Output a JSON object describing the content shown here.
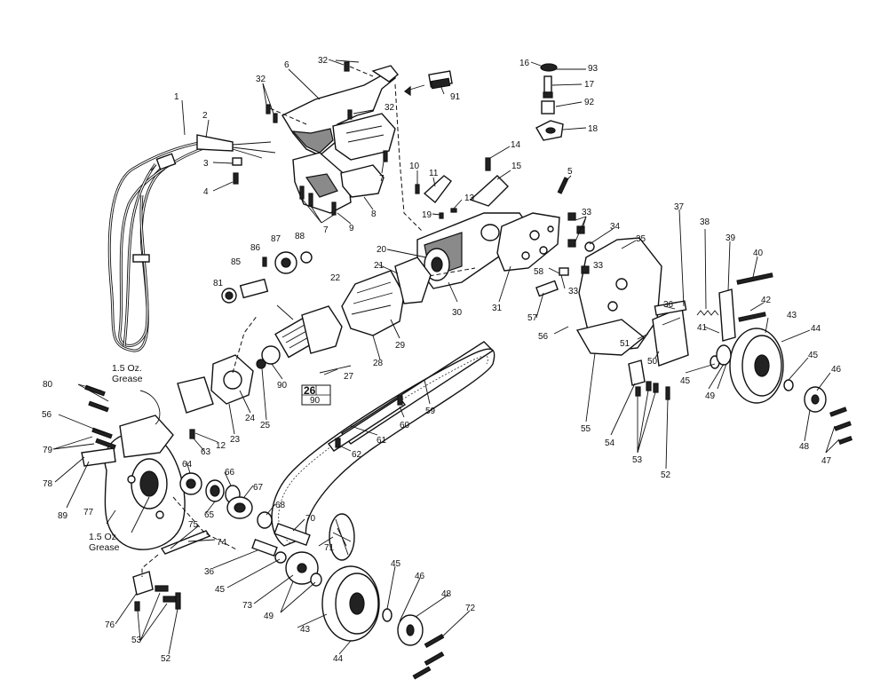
{
  "notes": {
    "grease_top_line1": "1.5 Oz.",
    "grease_top_line2": "Grease",
    "grease_bottom_line1": "1.5 Oz.",
    "grease_bottom_line2": "Grease",
    "kit_number": "26",
    "kit_parts": "90"
  },
  "callouts": [
    "1",
    "2",
    "3",
    "4",
    "5",
    "6",
    "7",
    "7",
    "8",
    "9",
    "10",
    "11",
    "12",
    "13",
    "14",
    "15",
    "16",
    "17",
    "18",
    "19",
    "20",
    "21",
    "22",
    "23",
    "24",
    "25",
    "27",
    "28",
    "29",
    "30",
    "31",
    "32",
    "32",
    "32",
    "33",
    "33",
    "33",
    "34",
    "35",
    "36",
    "36",
    "37",
    "38",
    "39",
    "40",
    "41",
    "42",
    "43",
    "43",
    "44",
    "44",
    "45",
    "45",
    "45",
    "45",
    "46",
    "46",
    "47",
    "48",
    "48",
    "49",
    "49",
    "50",
    "51",
    "52",
    "52",
    "53",
    "53",
    "54",
    "55",
    "56",
    "56",
    "57",
    "58",
    "59",
    "60",
    "61",
    "62",
    "63",
    "64",
    "65",
    "66",
    "67",
    "68",
    "70",
    "71",
    "72",
    "73",
    "74",
    "75",
    "76",
    "77",
    "78",
    "79",
    "80",
    "81",
    "85",
    "86",
    "87",
    "88",
    "89",
    "90",
    "91",
    "92",
    "93"
  ]
}
